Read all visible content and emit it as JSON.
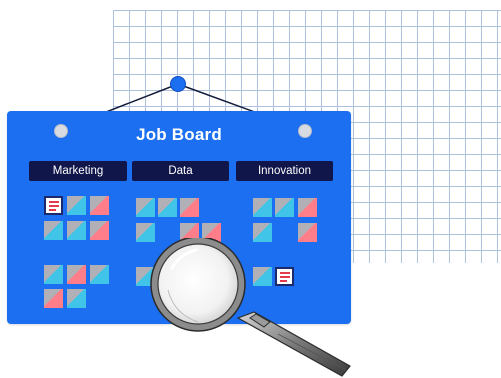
{
  "board": {
    "title": "Job Board",
    "columns": [
      {
        "label": "Marketing"
      },
      {
        "label": "Data"
      },
      {
        "label": "Innovation"
      }
    ]
  },
  "colors": {
    "board": "#1b6ff0",
    "header": "#10154a",
    "note_blue": "#40c4e8",
    "note_pink": "#ff7e8a",
    "note_gray": "#b0b0b6",
    "grid_line": "#9fb6d6"
  },
  "icons": [
    "pin-icon",
    "document-icon",
    "magnifying-glass-icon"
  ]
}
